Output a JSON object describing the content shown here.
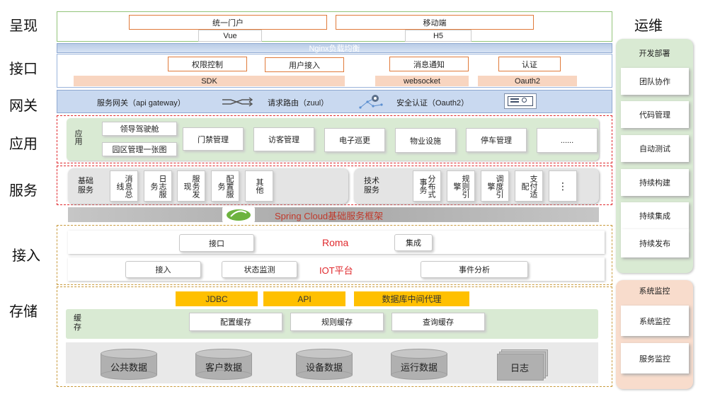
{
  "layers": {
    "presentation": "呈现",
    "interface": "接口",
    "gateway": "网关",
    "application": "应用",
    "service": "服务",
    "access": "接入",
    "storage": "存储"
  },
  "presentation": {
    "portal": "统一门户",
    "mobile": "移动端",
    "vue": "Vue",
    "h5": "H5"
  },
  "nginx": "Nginx负载均衡",
  "interface": {
    "auth_control": "权限控制",
    "user_access": "用户接入",
    "message_notify": "消息通知",
    "certification": "认证",
    "sdk": "SDK",
    "websocket": "websocket",
    "oauth2": "Oauth2"
  },
  "gateway": {
    "service_gateway": "服务网关（api gateway）",
    "request_routing": "请求路由（zuul）",
    "security_auth": "安全认证（Oauth2）"
  },
  "application": {
    "label": "应用",
    "leader_cockpit": "领导驾驶舱",
    "park_map": "园区管理一张图",
    "access_control": "门禁管理",
    "visitor": "访客管理",
    "patrol": "电子巡更",
    "facilities": "物业设施",
    "parking": "停车管理",
    "more": "......"
  },
  "service": {
    "basic_label": "基础服务",
    "basic_items": [
      "消息总线",
      "日志服务",
      "服务发现",
      "配置服务",
      "其他"
    ],
    "tech_label": "技术服务",
    "tech_items": [
      "分布式事务",
      "规则引擎",
      "调度引擎",
      "支付适配"
    ],
    "tech_more": "⋮"
  },
  "spring": "Spring Cloud基础服务框架",
  "access": {
    "interface": "接口",
    "roma": "Roma",
    "integration": "集成",
    "access": "接入",
    "status_monitor": "状态监测",
    "iot": "IOT平台",
    "event_analysis": "事件分析"
  },
  "storage": {
    "jdbc": "JDBC",
    "api": "API",
    "db_proxy": "数据库中间代理",
    "cache_label": "缓存",
    "config_cache": "配置缓存",
    "rule_cache": "规则缓存",
    "query_cache": "查询缓存",
    "stores": [
      "公共数据",
      "客户数据",
      "设备数据",
      "运行数据"
    ],
    "log": "日志"
  },
  "ops": {
    "title": "运维",
    "devops_header": "开发部署",
    "devops_items": [
      "团队协作",
      "代码管理",
      "自动测试",
      "持续构建",
      "持续集成",
      "持续发布"
    ],
    "monitor_header": "系统监控",
    "monitor_items": [
      "系统监控",
      "服务监控"
    ]
  },
  "colors": {
    "presentation_border": "#92c47a",
    "gateway_bg": "#c9d9f0",
    "red_dashed": "#e0292d",
    "gold": "#ffc000",
    "peach": "#f8d5c0",
    "ops_green": "#d9ead3",
    "ops_peach": "#f8dccc",
    "roma_red": "#e0292d"
  }
}
